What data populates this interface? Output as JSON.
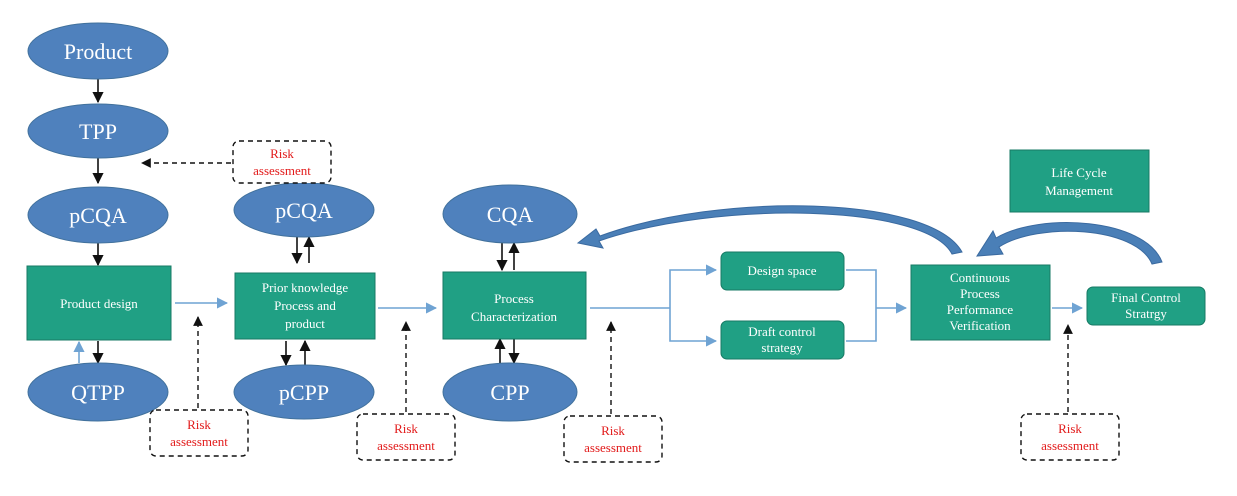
{
  "colors": {
    "ellipse_fill": "#4f81bd",
    "ellipse_stroke": "#41719c",
    "box_fill": "#20a084",
    "box_stroke": "#177a64",
    "arrow_black": "#111111",
    "arrow_blue": "#6fa3d3",
    "curve_blue": "#4a7fb7",
    "risk_text": "#e21b1b"
  },
  "ellipses": {
    "product": "Product",
    "tpp": "TPP",
    "pcqa_left": "pCQA",
    "qtpp": "QTPP",
    "pcqa_mid": "pCQA",
    "pcpp": "pCPP",
    "cqa": "CQA",
    "cpp": "CPP"
  },
  "boxes": {
    "product_design": [
      "Product design"
    ],
    "prior_knowledge": [
      "Prior knowledge",
      "Process and",
      "product"
    ],
    "process_characterization": [
      "Process",
      "Characterization"
    ],
    "design_space": [
      "Design space"
    ],
    "draft_control": [
      "Draft control",
      "strategy"
    ],
    "cppv": [
      "Continuous",
      "Process",
      "Performance",
      "Verification"
    ],
    "final_control": [
      "Final Control",
      "Stratrgy"
    ],
    "life_cycle": [
      "Life Cycle",
      "Management"
    ]
  },
  "risk_boxes": {
    "top": [
      "Risk",
      "assessment"
    ],
    "r1": [
      "Risk",
      "assessment"
    ],
    "r2": [
      "Risk",
      "assessment"
    ],
    "r3": [
      "Risk",
      "assessment"
    ],
    "r4": [
      "Risk",
      "assessment"
    ]
  }
}
